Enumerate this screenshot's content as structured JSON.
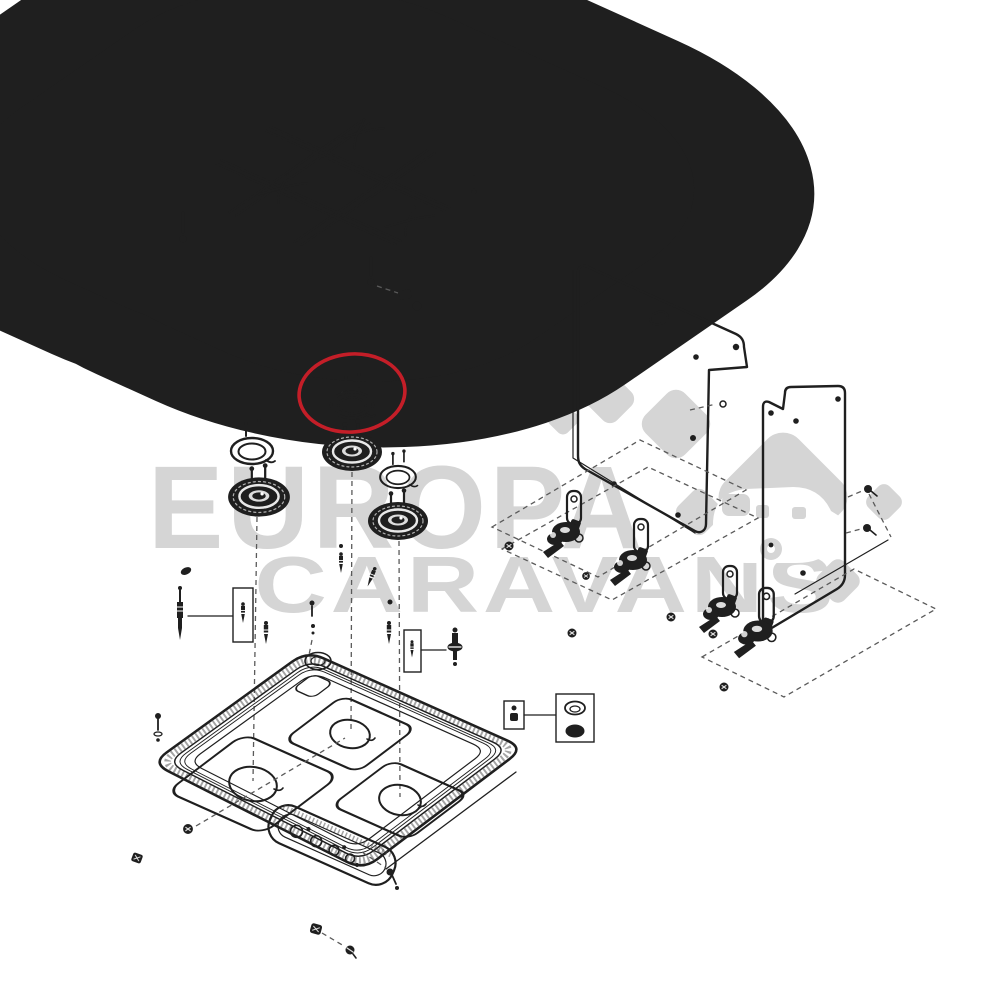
{
  "diagram": {
    "watermark": {
      "line1": "EUROPA",
      "line2": "CARAVANS"
    },
    "highlighted_part": "burner-trim-ring",
    "colors": {
      "background": "#ffffff",
      "line": "#1f1f1f",
      "line_soft": "#5a5a5a",
      "watermark": "#d5d5d5",
      "red": "#c41e28",
      "hatch": "#474747"
    },
    "parts": [
      "pan-support-grate",
      "rubber-feet",
      "burner-trim-ring-left",
      "burner-trim-ring-highlighted",
      "burner-trim-ring-right",
      "burner-cap-left",
      "burner-cap-center",
      "burner-cap-right",
      "ignition-electrode",
      "gas-injectors",
      "injector-kit-boxes",
      "hob-tray",
      "burner-recesses",
      "control-panel-apron",
      "fixing-screws",
      "heat-shield-panel-large",
      "heat-shield-panel-small",
      "gas-valves",
      "valve-mounting-planes",
      "thermocouple-cap-kit",
      "europa-caravans-watermark",
      "red-highlight-ellipse"
    ]
  }
}
